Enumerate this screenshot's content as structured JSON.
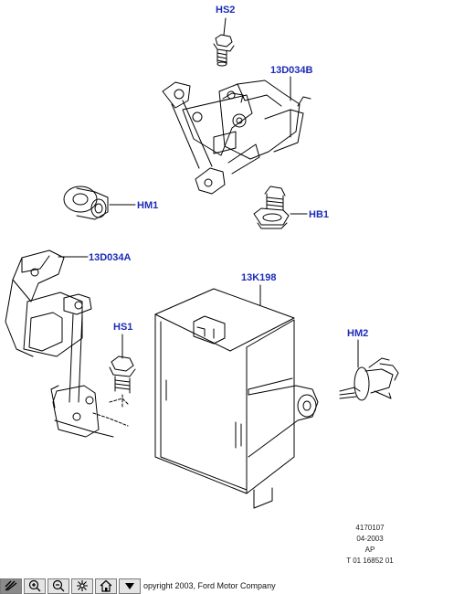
{
  "callouts": {
    "hs2": "HS2",
    "bracket_b": "13D034B",
    "hm1": "HM1",
    "hb1": "HB1",
    "bracket_a": "13D034A",
    "module": "13K198",
    "hs1": "HS1",
    "hm2": "HM2"
  },
  "reference": {
    "line1": "4170107",
    "line2": "04-2003",
    "line3": "AP",
    "line4": "T 01 16852 01"
  },
  "toolbar": {
    "buttons": [
      "select-icon",
      "zoom-in-icon",
      "zoom-out-icon",
      "fit-icon",
      "home-icon",
      "dropdown-icon"
    ],
    "copyright": "opyright 2003, Ford Motor Company"
  },
  "colors": {
    "callout": "#1c2bb8",
    "line_art": "#000000"
  }
}
